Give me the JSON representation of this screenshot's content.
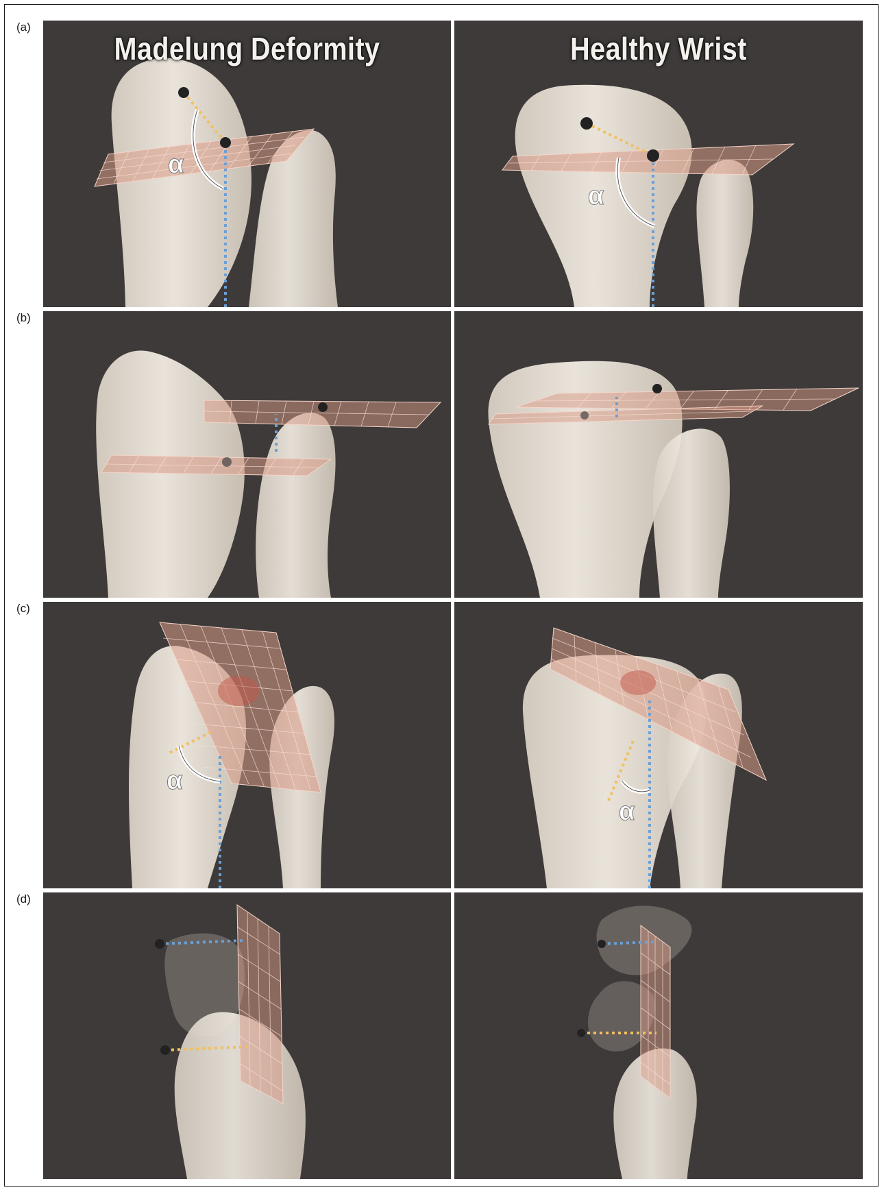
{
  "figure": {
    "rows": [
      {
        "label": "(a)"
      },
      {
        "label": "(b)"
      },
      {
        "label": "(c)"
      },
      {
        "label": "(d)"
      }
    ],
    "columns": [
      {
        "title": "Madelung Deformity"
      },
      {
        "title": "Healthy Wrist"
      }
    ],
    "angle_symbol": "α"
  },
  "colors": {
    "background_panel": "#3d3a39",
    "bone": "#ebe3d8",
    "plane_grid": "#d89a86",
    "axis_blue": "#6aa0d6",
    "axis_yellow": "#f0c060",
    "arc_white": "#ffffff"
  }
}
